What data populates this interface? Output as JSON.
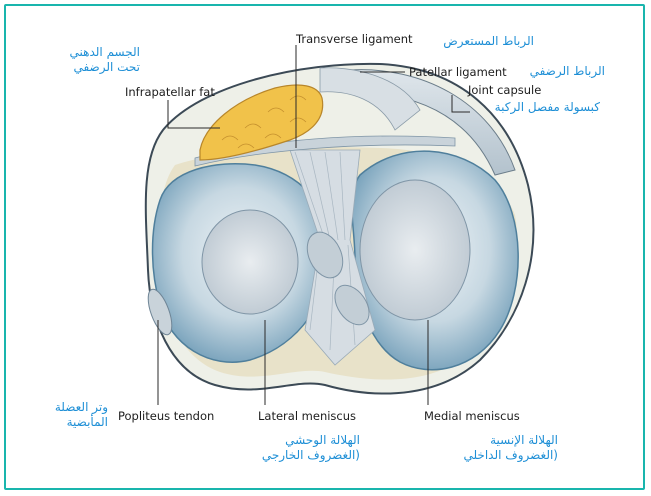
{
  "colors": {
    "frame": "#19b5ad",
    "arabic_text": "#1e8fd6",
    "meniscus": "#8fb8cf",
    "fat": "#f1c24a",
    "ligament": "#d6dde3"
  },
  "labels": {
    "transverse_ligament": {
      "en": "Transverse ligament",
      "ar": "الرباط المستعرض"
    },
    "patellar_ligament": {
      "en": "Patellar ligament",
      "ar": "الرباط الرضفي"
    },
    "joint_capsule": {
      "en": "Joint capsule",
      "ar": "كبسولة مفصل الركبة"
    },
    "infrapatellar_fat": {
      "en": "Infrapatellar fat",
      "ar_line1": "الجسم الدهني",
      "ar_line2": "تحت الرضفي"
    },
    "popliteus_tendon": {
      "en": "Popliteus tendon",
      "ar_line1": "وتر العضلة",
      "ar_line2": "المأبضية"
    },
    "lateral_meniscus": {
      "en": "Lateral meniscus",
      "ar_line1": "الهلالة الوحشي",
      "ar_line2": "(الغضروف الخارجي"
    },
    "medial_meniscus": {
      "en": "Medial meniscus",
      "ar_line1": "الهلالة الإنسية",
      "ar_line2": "(الغضروف الداخلي"
    }
  }
}
